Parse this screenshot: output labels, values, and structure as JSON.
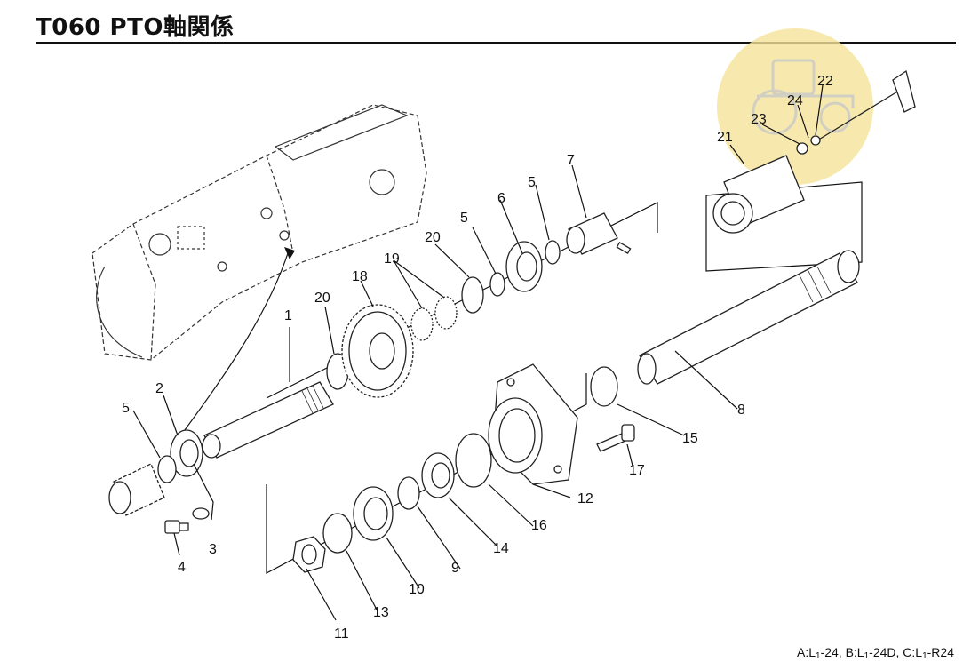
{
  "header": {
    "title": "T060  PTO軸関係"
  },
  "footer": {
    "models": [
      {
        "prefix": "A:L",
        "sub": "1",
        "suffix": "-24,"
      },
      {
        "prefix": "B:L",
        "sub": "1",
        "suffix": "-24D,"
      },
      {
        "prefix": "C:L",
        "sub": "1",
        "suffix": "-R24"
      }
    ]
  },
  "callouts": {
    "c1": "1",
    "c2": "2",
    "c3": "3",
    "c4": "4",
    "c5a": "5",
    "c5b": "5",
    "c5c": "5",
    "c6": "6",
    "c7": "7",
    "c8": "8",
    "c9": "9",
    "c10": "10",
    "c11": "11",
    "c12": "12",
    "c13": "13",
    "c14": "14",
    "c15": "15",
    "c16": "16",
    "c17": "17",
    "c18": "18",
    "c19": "19",
    "c20a": "20",
    "c20b": "20",
    "c21": "21",
    "c22": "22",
    "c23": "23",
    "c24": "24"
  },
  "colors": {
    "watermark": "#f5e49a",
    "ink": "#111111"
  }
}
